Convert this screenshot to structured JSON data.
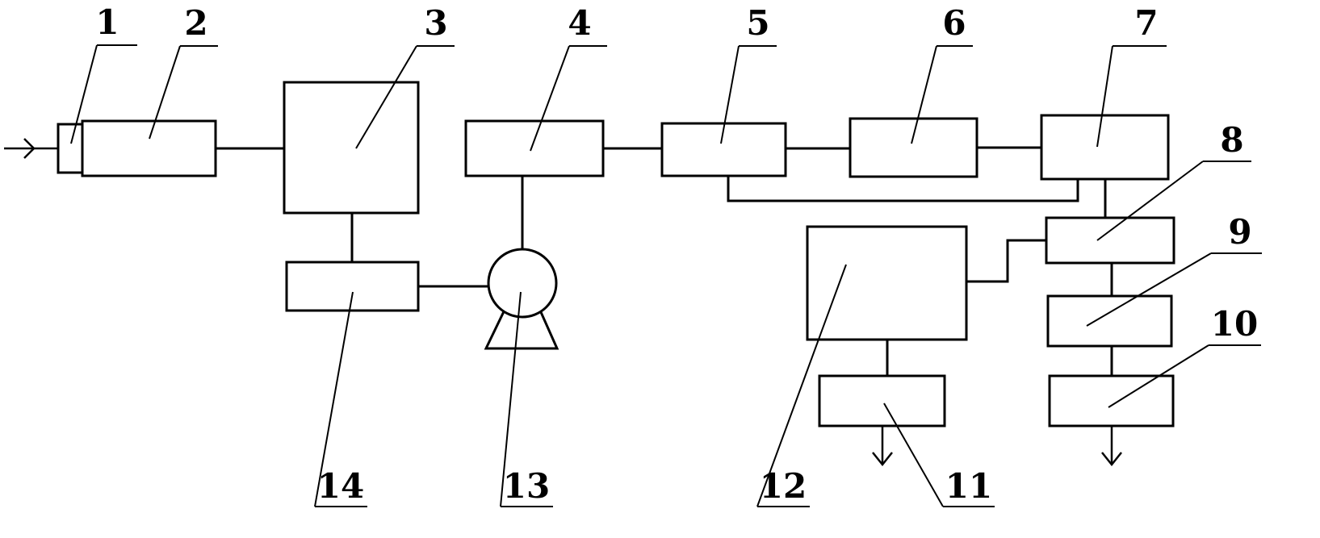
{
  "components": [
    {
      "id": "1",
      "label": "1"
    },
    {
      "id": "2",
      "label": "2"
    },
    {
      "id": "3",
      "label": "3"
    },
    {
      "id": "4",
      "label": "4"
    },
    {
      "id": "5",
      "label": "5"
    },
    {
      "id": "6",
      "label": "6"
    },
    {
      "id": "7",
      "label": "7"
    },
    {
      "id": "8",
      "label": "8"
    },
    {
      "id": "9",
      "label": "9"
    },
    {
      "id": "10",
      "label": "10"
    },
    {
      "id": "11",
      "label": "11"
    },
    {
      "id": "12",
      "label": "12"
    },
    {
      "id": "13",
      "label": "13"
    },
    {
      "id": "14",
      "label": "14"
    }
  ],
  "colors": {
    "line": "#000000",
    "background": "#ffffff"
  }
}
